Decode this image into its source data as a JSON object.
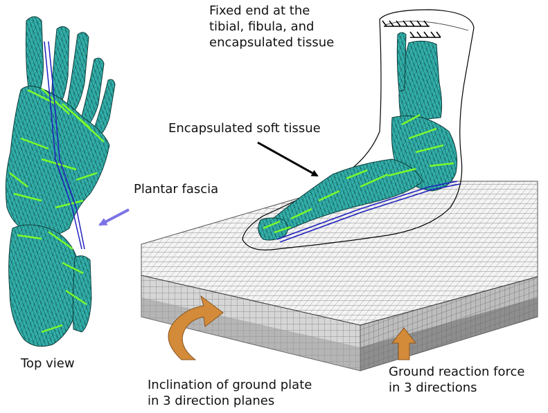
{
  "labels": {
    "fixed_end": [
      "Fixed end at the",
      "tibial, fibula, and",
      "encapsulated tissue"
    ],
    "soft_tissue": "Encapsulated soft tissue",
    "plantar_fascia": "Plantar fascia",
    "top_view": "Top view",
    "inclination": [
      "Inclination of ground plate",
      "in 3 direction planes"
    ],
    "grf": [
      "Ground reaction force",
      "in 3 directions"
    ]
  },
  "colors": {
    "bone_mesh": "#2a9e9a",
    "bone_light": "#3cc7c2",
    "ligament": "#7cfc2a",
    "fascia_arrow": "#7b73e6",
    "fascia_line": "#2020c0",
    "orange_arrow": "#d38b3a",
    "plate_top": "#f2f2f2",
    "plate_side_light": "#cfcfcf",
    "plate_side_dark": "#8a8a8a"
  }
}
